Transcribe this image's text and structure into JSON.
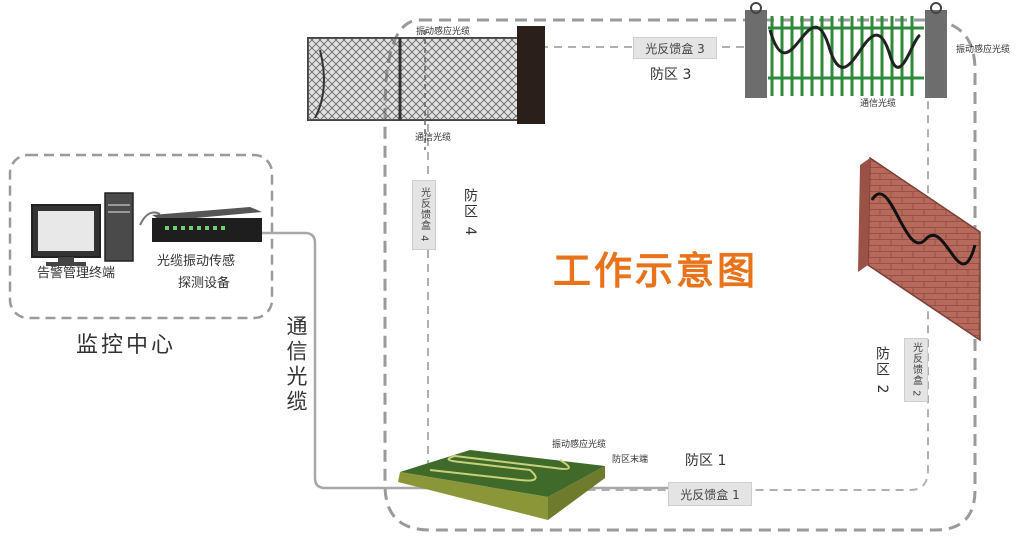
{
  "title": "工作示意图",
  "control_center": {
    "label": "监控中心",
    "terminal": "告警管理终端",
    "device_line1": "光缆振动传感",
    "device_line2": "探测设备"
  },
  "trunk_cable": "通信光缆",
  "zones": {
    "zone1": {
      "label": "防区 1",
      "box": "光反馈盒 1",
      "sensor": "振动感应光缆",
      "end": "防区末端"
    },
    "zone2": {
      "label": "防区 2",
      "box": "光反馈盒 2"
    },
    "zone3": {
      "label": "防区 3",
      "box": "光反馈盒 3",
      "sensor_left": "振动感应光缆",
      "sensor_right": "振动感应光缆",
      "comm": "通信光缆"
    },
    "zone4": {
      "label": "防区 4",
      "box": "光反馈盒 4",
      "comm": "通信光缆"
    }
  },
  "colors": {
    "title": "#e8731a",
    "dash": "#9a9a9a",
    "fence_green": "#2e8b3a",
    "wall": "#b5665a",
    "floor": "#9aa83c"
  }
}
